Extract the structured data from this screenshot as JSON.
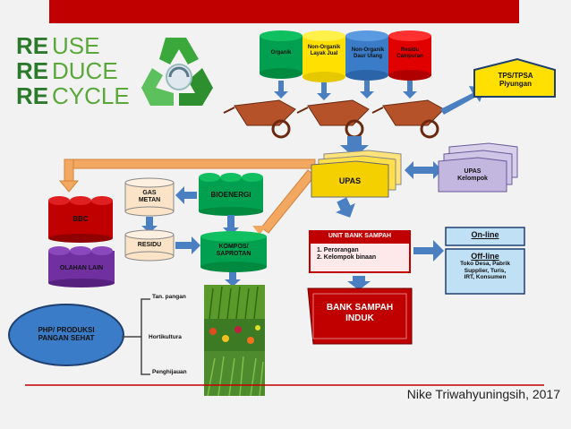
{
  "logo": {
    "re1": "RE",
    "use": "USE",
    "re2": "RE",
    "duce": "DUCE",
    "re3": "RE",
    "cycle": "CYCLE"
  },
  "bins": [
    "Organik",
    "Non-Organik Layak Jual",
    "Non-Organik Daur Ulang",
    "Residu Campuran"
  ],
  "tps": {
    "line1": "TPS/TPSA",
    "line2": "Piyungan"
  },
  "upas": "UPAS",
  "upas_kelompok": {
    "line1": "UPAS",
    "line2": "Kelompok"
  },
  "bioenergi": "BIOENERGI",
  "gas_metan": {
    "line1": "GAS",
    "line2": "METAN"
  },
  "residu": "RESIDU",
  "kompos": {
    "line1": "KOMPOS/",
    "line2": "SAPROTAN"
  },
  "bbc": "BBC",
  "olahan_lain": "OLAHAN  LAIN",
  "unit_bank": {
    "title": "UNIT BANK SAMPAH",
    "item1": "1.  Perorangan",
    "item2": "2.  Kelompok binaan"
  },
  "online": "On-line",
  "offline": {
    "title": "Off-line",
    "line1": "Toko Desa, Pabrik",
    "line2": "Supplier, Turis,",
    "line3": "IRT, Konsumen"
  },
  "bank_induk": {
    "line1": "BANK SAMPAH",
    "line2": "INDUK"
  },
  "php": {
    "line1": "PHP/ PRODUKSI",
    "line2": "PANGAN SEHAT"
  },
  "uses": [
    "Tan. pangan",
    "Hortikultura",
    "Penghijauan"
  ],
  "author": "Nike Triwahyuningsih, 2017",
  "colors": {
    "banner": "#c00000",
    "green": "#00a050",
    "purple": "#7030a0",
    "red": "#c00000",
    "yellow": "#ffe000",
    "blue": "#3a7cc7",
    "upas_yellow": "#f5d000"
  }
}
